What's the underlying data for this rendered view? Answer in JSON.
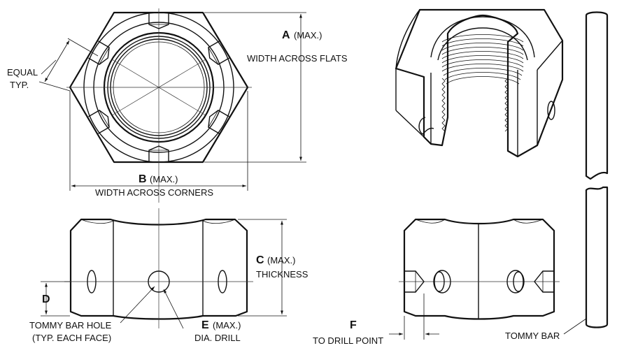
{
  "labels": {
    "a_letter": "A",
    "a_max": "(MAX.)",
    "a_desc": "WIDTH ACROSS FLATS",
    "b_letter": "B",
    "b_max": "(MAX.)",
    "b_desc": "WIDTH ACROSS CORNERS",
    "c_letter": "C",
    "c_max": "(MAX.)",
    "c_desc": "THICKNESS",
    "d_letter": "D",
    "e_letter": "E",
    "e_max": "(MAX.)",
    "e_desc": "DIA. DRILL",
    "f_letter": "F",
    "f_desc": "TO DRILL POINT",
    "equal_line1": "EQUAL",
    "equal_line2": "TYP.",
    "tommy_hole_line1": "TOMMY BAR HOLE",
    "tommy_hole_line2": "(TYP. EACH FACE)",
    "tommy_bar": "TOMMY BAR"
  },
  "colors": {
    "line": "#111111",
    "background": "#ffffff"
  }
}
